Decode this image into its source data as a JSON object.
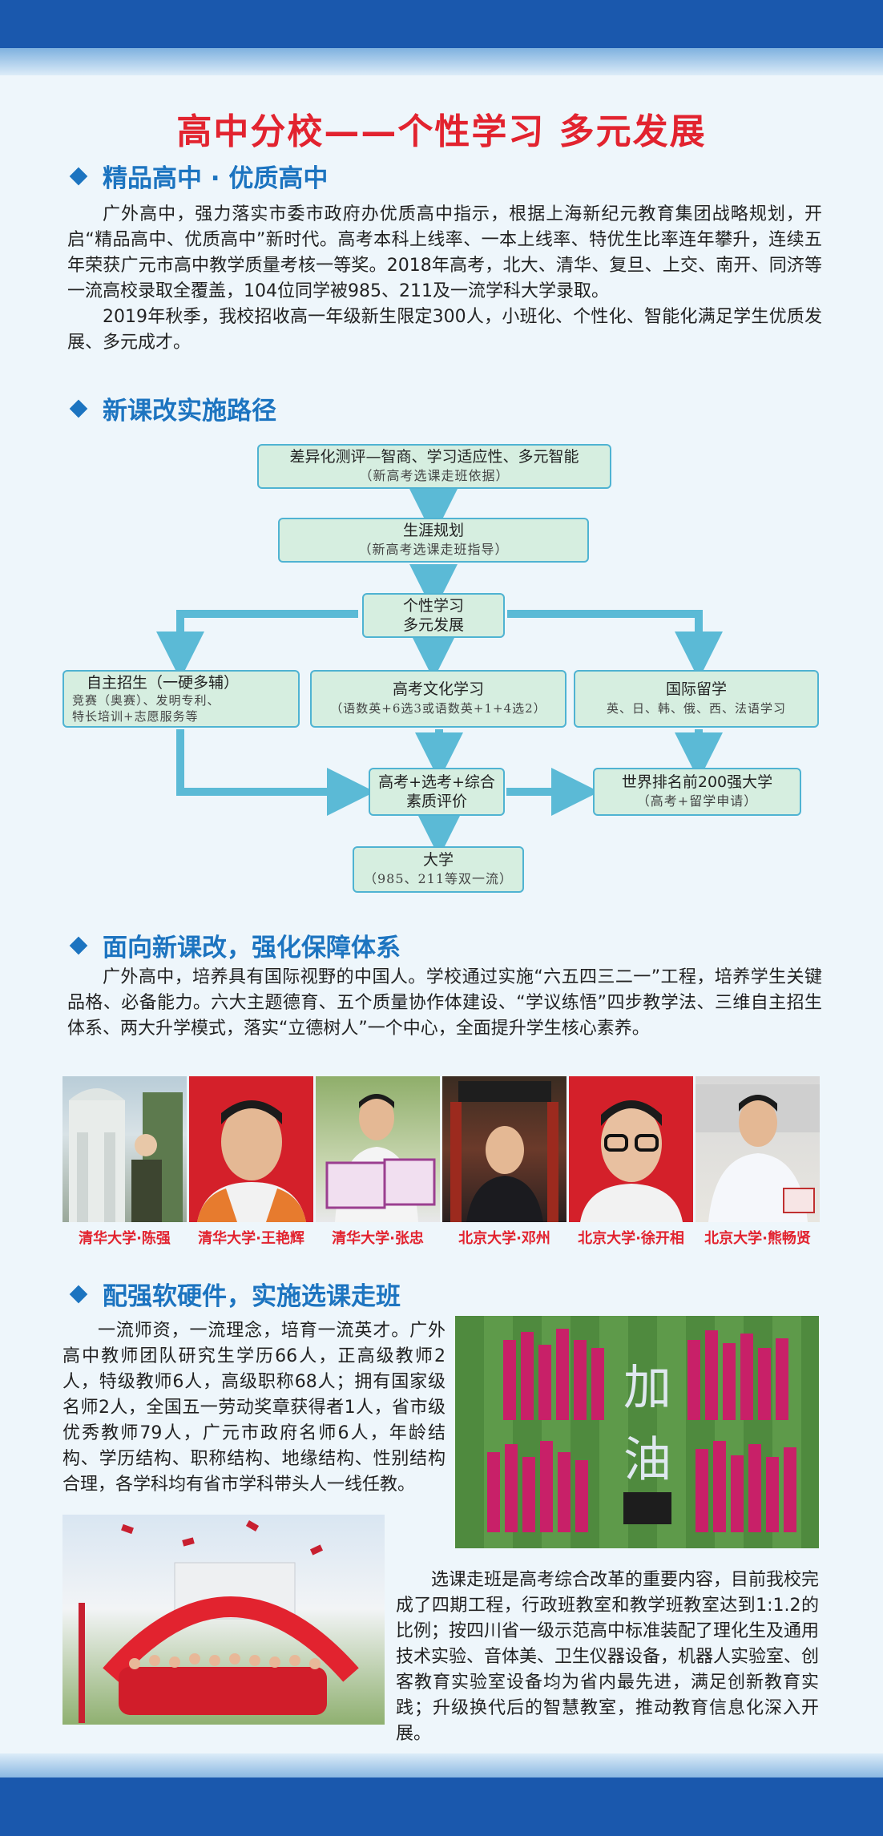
{
  "page": {
    "title": "高中分校——个性学习 多元发展"
  },
  "section1": {
    "heading": "精品高中 · 优质高中",
    "paragraphs": [
      "广外高中，强力落实市委市政府办优质高中指示，根据上海新纪元教育集团战略规划，开启“精品高中、优质高中”新时代。高考本科上线率、一本上线率、特优生比率连年攀升，连续五年荣获广元市高中教学质量考核一等奖。2018年高考，北大、清华、复旦、上交、南开、同济等一流高校录取全覆盖，104位同学被985、211及一流学科大学录取。",
      "2019年秋季，我校招收高一年级新生限定300人，小班化、个性化、智能化满足学生优质发展、多元成才。"
    ]
  },
  "section2": {
    "heading": "新课改实施路径",
    "flow": {
      "assess": {
        "title": "差异化测评—智商、学习适应性、多元智能",
        "sub": "（新高考选课走班依据）"
      },
      "career": {
        "title": "生涯规划",
        "sub": "（新高考选课走班指导）"
      },
      "personal": {
        "title": "个性学习",
        "title2": "多元发展"
      },
      "independent": {
        "title": "自主招生（一硬多辅）",
        "sub": "竞赛（奥赛）、发明专利、",
        "sub2": "特长培训+志愿服务等"
      },
      "gaokao": {
        "title": "高考文化学习",
        "sub": "（语数英+6选3或语数英+1+4选2）"
      },
      "abroad": {
        "title": "国际留学",
        "sub": "英、日、韩、俄、西、法语学习"
      },
      "combined": {
        "title": "高考+选考+综合",
        "title2": "素质评价"
      },
      "world": {
        "title": "世界排名前200强大学",
        "sub": "（高考+留学申请）"
      },
      "university": {
        "title": "大学",
        "sub": "（985、211等双一流）"
      }
    }
  },
  "section3": {
    "heading": "面向新课改，强化保障体系",
    "paragraph": "广外高中，培养具有国际视野的中国人。学校通过实施“六五四三二一”工程，培养学生关键品格、必备能力。六大主题德育、五个质量协作体建设、“学议练悟”四步教学法、三维自主招生体系、两大升学模式，落实“立德树人”一个中心，全面提升学生核心素养。",
    "students": [
      {
        "caption": "清华大学·陈强"
      },
      {
        "caption": "清华大学·王艳辉"
      },
      {
        "caption": "清华大学·张忠"
      },
      {
        "caption": "北京大学·邓州"
      },
      {
        "caption": "北京大学·徐开相"
      },
      {
        "caption": "北京大学·熊畅贤"
      }
    ]
  },
  "section4": {
    "heading": "配强软硬件，实施选课走班",
    "paragraph1": "一流师资，一流理念，培育一流英才。广外高中教师团队研究生学历66人，正高级教师2人，特级教师6人，高级职称68人；拥有国家级名师2人，全国五一劳动奖章获得者1人，省市级优秀教师79人，广元市政府名师6人，年龄结构、学历结构、职称结构、地缘结构、性别结构合理，各学科均有省市学科带头人一线任教。",
    "paragraph2": "选课走班是高考综合改革的重要内容，目前我校完成了四期工程，行政班教室和教学班教室达到1:1.2的比例；按四川省一级示范高中标准装配了理化生及通用技术实验、音体美、卫生仪器设备，机器人实验室、创客教育实验室设备均为省内最先进，满足创新教育实践；升级换代后的智慧教室，推动教育信息化深入开展。",
    "field_text": [
      "加",
      "油"
    ]
  },
  "colors": {
    "title_red": "#e2232f",
    "heading_blue": "#1c74c0",
    "flow_fill": "#d6eee0",
    "flow_border": "#4fb3d2",
    "band_blue": "#1a58ad"
  }
}
